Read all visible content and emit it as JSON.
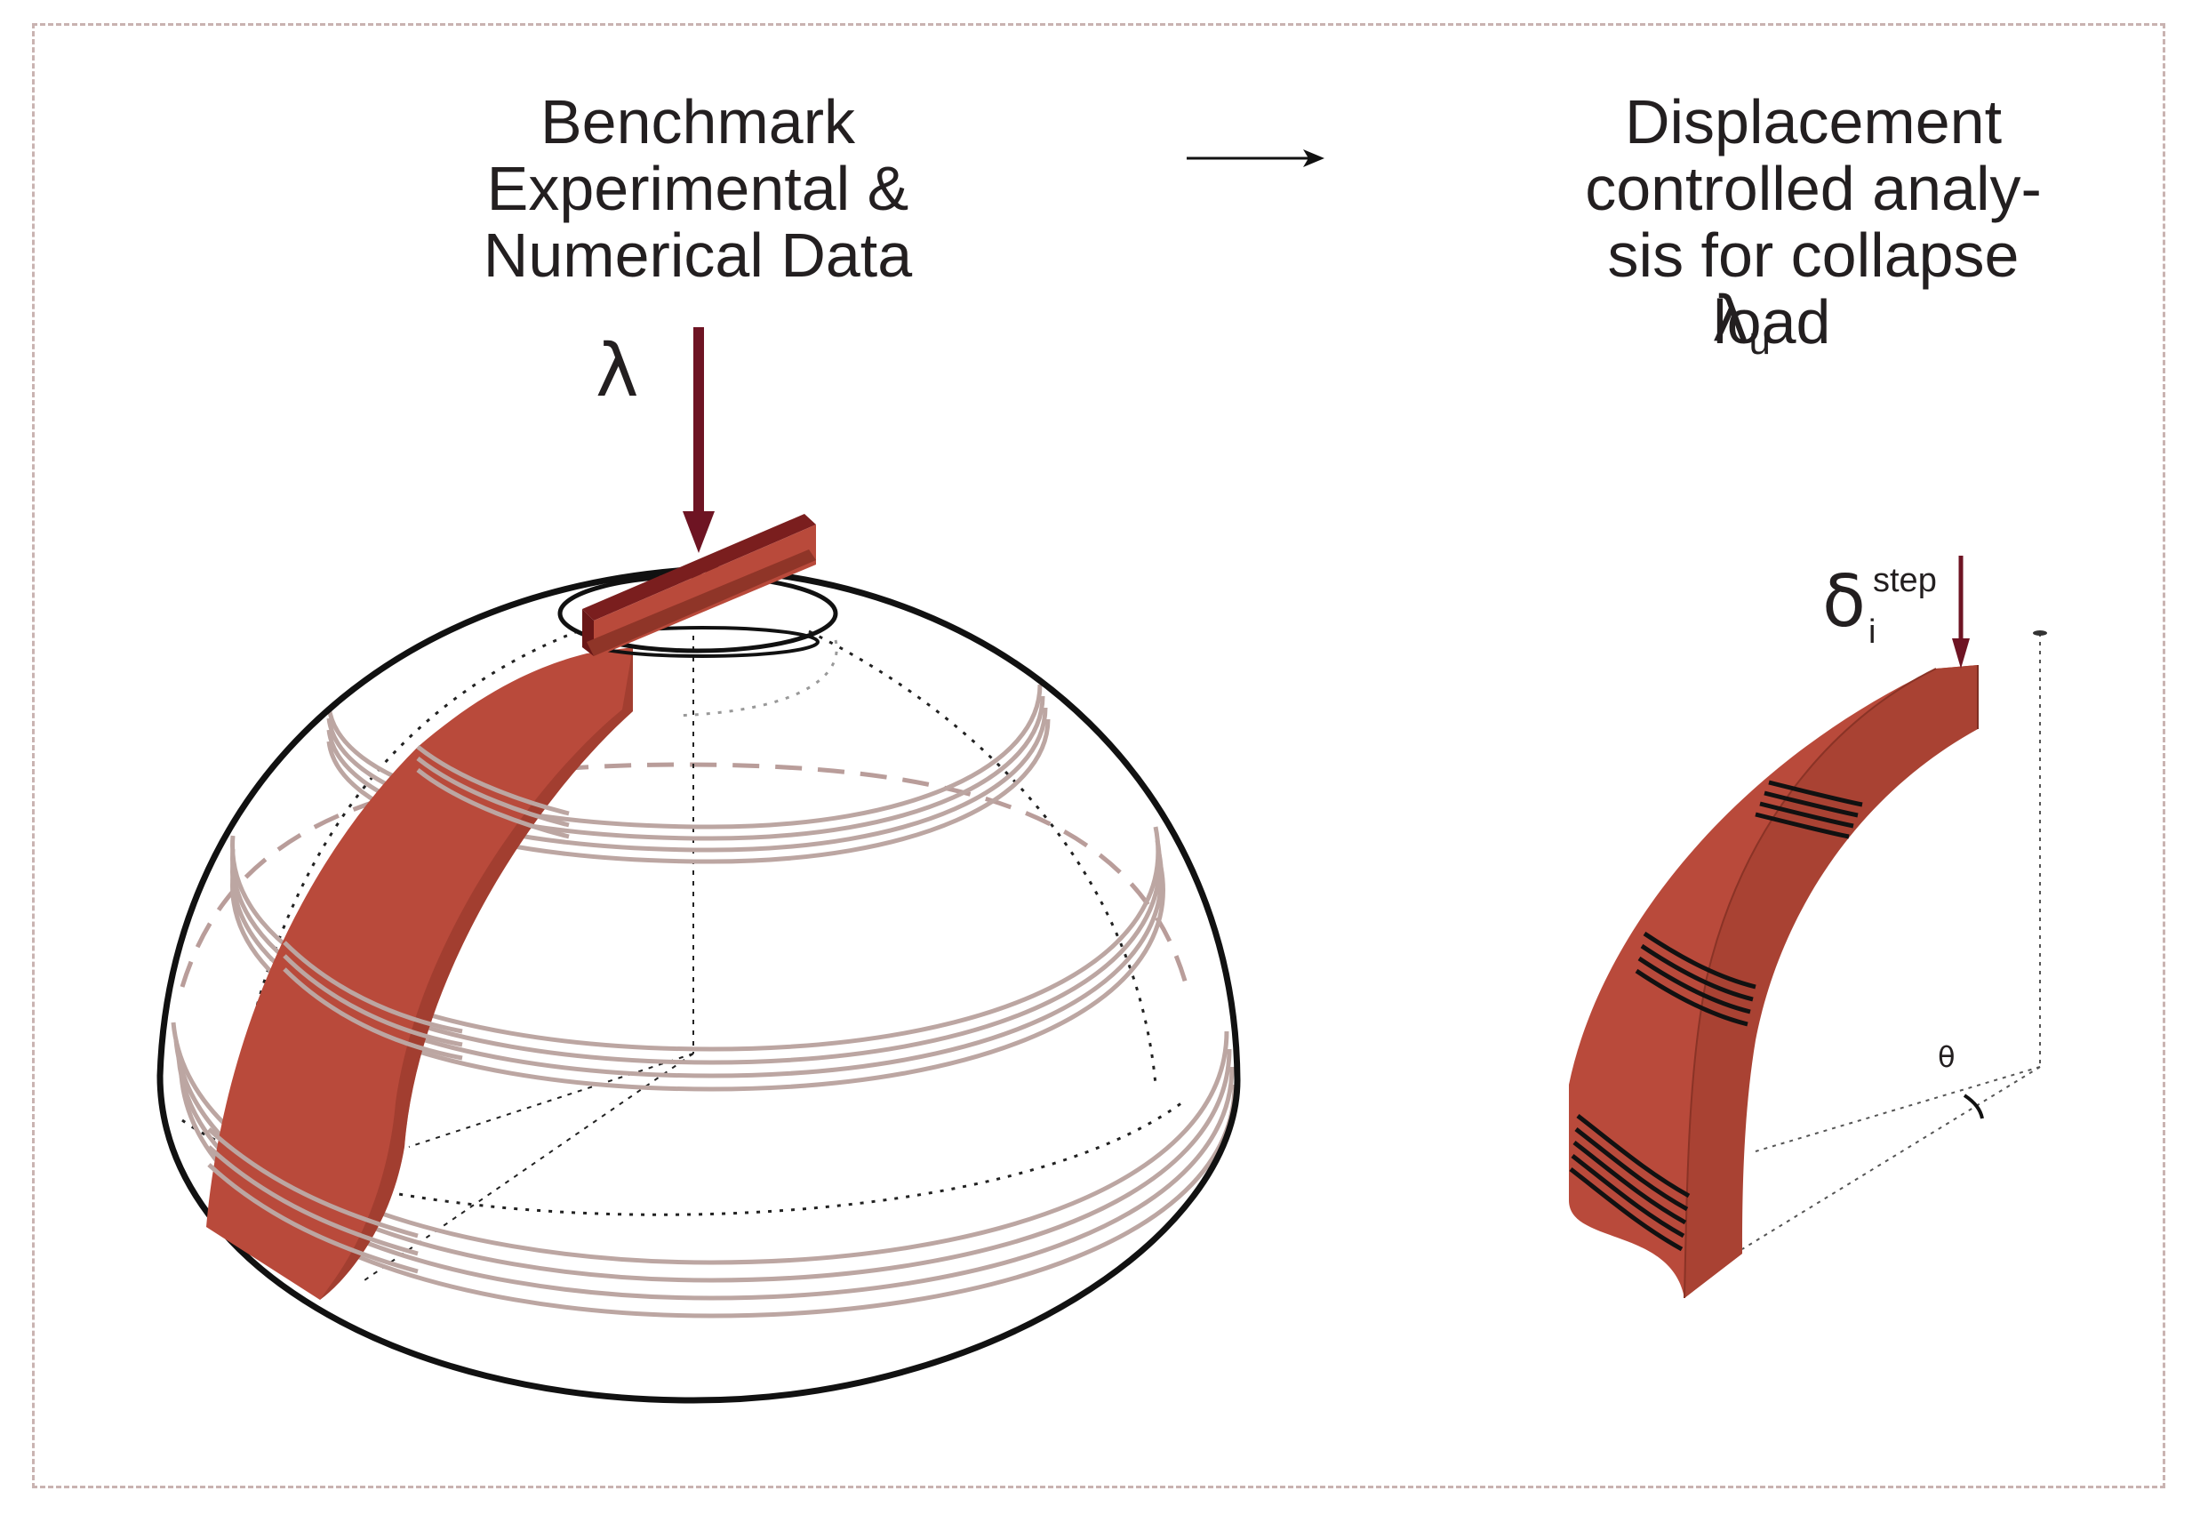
{
  "labels": {
    "left_line1": "Benchmark",
    "left_line2": "Experimental &",
    "left_line3": "Numerical Data",
    "right_line1": "Displacement",
    "right_line2": "controlled analy-",
    "right_line3": "sis for collapse",
    "right_line4_prefix": "load ",
    "lambda_u_symbol": "λ",
    "lambda_u_sub": "u"
  },
  "symbols": {
    "load": "λ",
    "delta": "δ",
    "delta_sub": "i",
    "delta_sup": "step",
    "angle": "θ"
  },
  "colors": {
    "rib_fill": "#b94a3b",
    "rib_dark": "#8f3528",
    "ring_color": "#bca6a2",
    "arrow_color": "#6e1423",
    "outline": "#111111",
    "frame_border": "#c9b3b1",
    "text": "#231f20"
  }
}
